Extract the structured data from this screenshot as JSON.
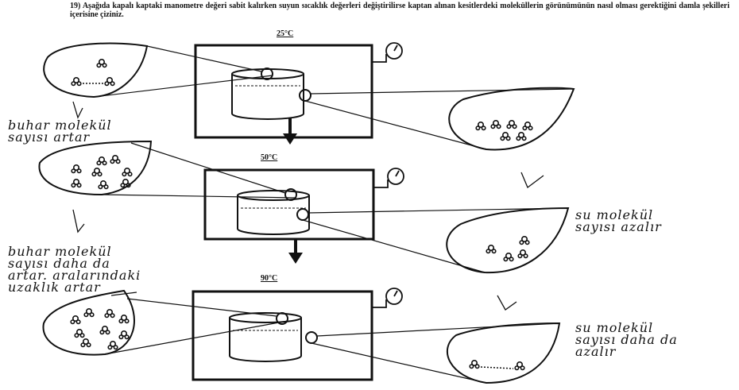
{
  "question": "19) Aşağıda kapalı kaptaki manometre değeri sabit kalırken suyun sıcaklık değerleri değiştirilirse kaptan alınan kesitlerdeki moleküllerin görünümünün nasıl olması gerektiğini damla şekilleri içerisine çiziniz.",
  "temperatures": [
    "25°C",
    "50°C",
    "90°C"
  ],
  "notes": {
    "vapor_1": [
      "buhar molekül",
      "sayısı artar"
    ],
    "vapor_2": [
      "buhar molekül",
      "sayısı daha da",
      "artar. aralarındaki",
      "uzaklık artar"
    ],
    "water_1": [
      "su molekül",
      "sayısı azalır"
    ],
    "water_2": [
      "su molekül",
      "sayısı daha da",
      "azalır"
    ]
  }
}
